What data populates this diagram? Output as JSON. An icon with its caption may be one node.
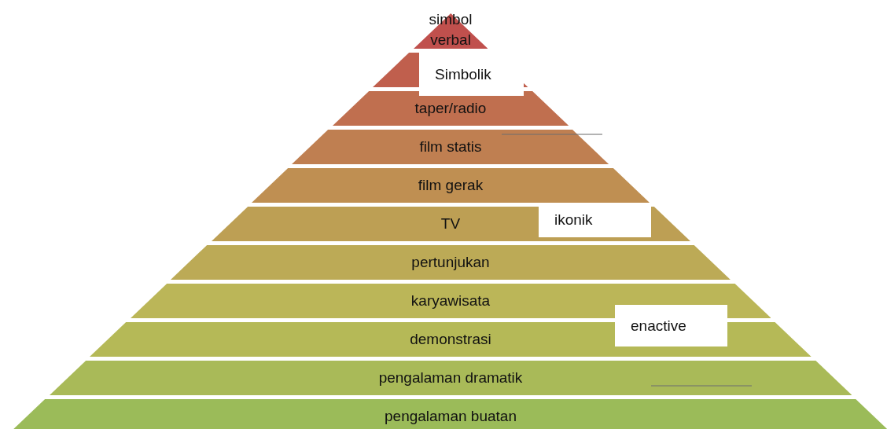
{
  "diagram": {
    "nodes": [
      {
        "text": [
          "simbol verbal"
        ]
      },
      {
        "text": [],
        "shape": "trapezoid"
      },
      {
        "text": [
          "taper/radio"
        ]
      },
      {
        "text": [
          "film statis"
        ]
      },
      {
        "text": [
          "film gerak"
        ]
      },
      {
        "text": [
          "TV"
        ]
      },
      {
        "text": [
          "pertunjukan"
        ]
      },
      {
        "text": [
          "karyawisata"
        ]
      },
      {
        "text": [
          "demonstrasi"
        ]
      },
      {
        "text": [
          "pengalaman dramatik"
        ]
      },
      {
        "text": [
          "pengalaman buatan"
        ]
      },
      {
        "text": [
          "Simbolik"
        ]
      },
      {
        "text": [
          "ikonik"
        ]
      },
      {
        "text": [
          "enactive"
        ]
      }
    ]
  }
}
